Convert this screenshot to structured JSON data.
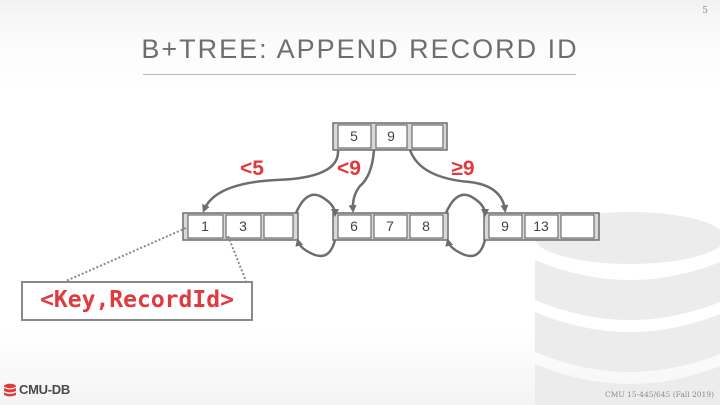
{
  "slide": {
    "page_number": "5",
    "title": "B+TREE: APPEND RECORD ID",
    "footer": "CMU 15-445/645 (Fall 2019)",
    "logo_text": "CMU-DB"
  },
  "tree": {
    "root": {
      "keys": [
        "5",
        "9",
        ""
      ]
    },
    "leaves": [
      {
        "keys": [
          "1",
          "3",
          ""
        ]
      },
      {
        "keys": [
          "6",
          "7",
          "8"
        ]
      },
      {
        "keys": [
          "9",
          "13",
          ""
        ]
      }
    ],
    "edge_labels": [
      "<5",
      "<9",
      "≥9"
    ]
  },
  "callout": {
    "text": "<Key,RecordId>"
  },
  "colors": {
    "accent": "#e03a3e",
    "line": "#6d6d6d",
    "node_fill": "#d8d8d8",
    "title": "#6e6e6e"
  },
  "icons": {
    "logo": "database-icon",
    "watermark": "database-icon"
  }
}
